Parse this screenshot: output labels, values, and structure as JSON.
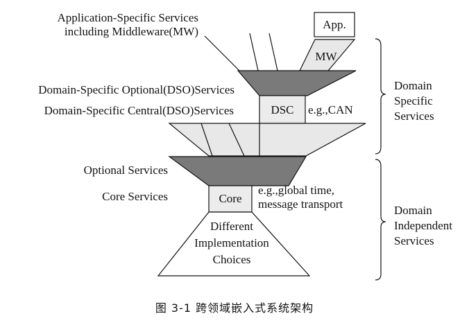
{
  "labels": {
    "app_services_line1": "Application-Specific Services",
    "app_services_line2": "including Middleware(MW)",
    "dso_optional": "Domain-Specific Optional(DSO)Services",
    "dso_central": "Domain-Specific Central(DSO)Services",
    "optional_services": "Optional Services",
    "core_services": "Core Services"
  },
  "boxes": {
    "app": "App.",
    "mw": "MW",
    "dsc": "DSC",
    "core": "Core",
    "implementation_line1": "Different",
    "implementation_line2": "Implementation",
    "implementation_line3": "Choices"
  },
  "examples": {
    "dsc_example": "e.g.,CAN",
    "core_example_line1": "e.g.,global time,",
    "core_example_line2": "message transport"
  },
  "brackets": {
    "domain_specific": [
      "Domain",
      "Specific",
      "Services"
    ],
    "domain_independent": [
      "Domain",
      "Independent",
      "Services"
    ]
  },
  "caption": "图 3-1    跨领域嵌入式系统架构",
  "colors": {
    "dark_band": "#7a7a7a",
    "light_band": "#e8e8e8",
    "line": "#111111",
    "background": "#ffffff"
  }
}
